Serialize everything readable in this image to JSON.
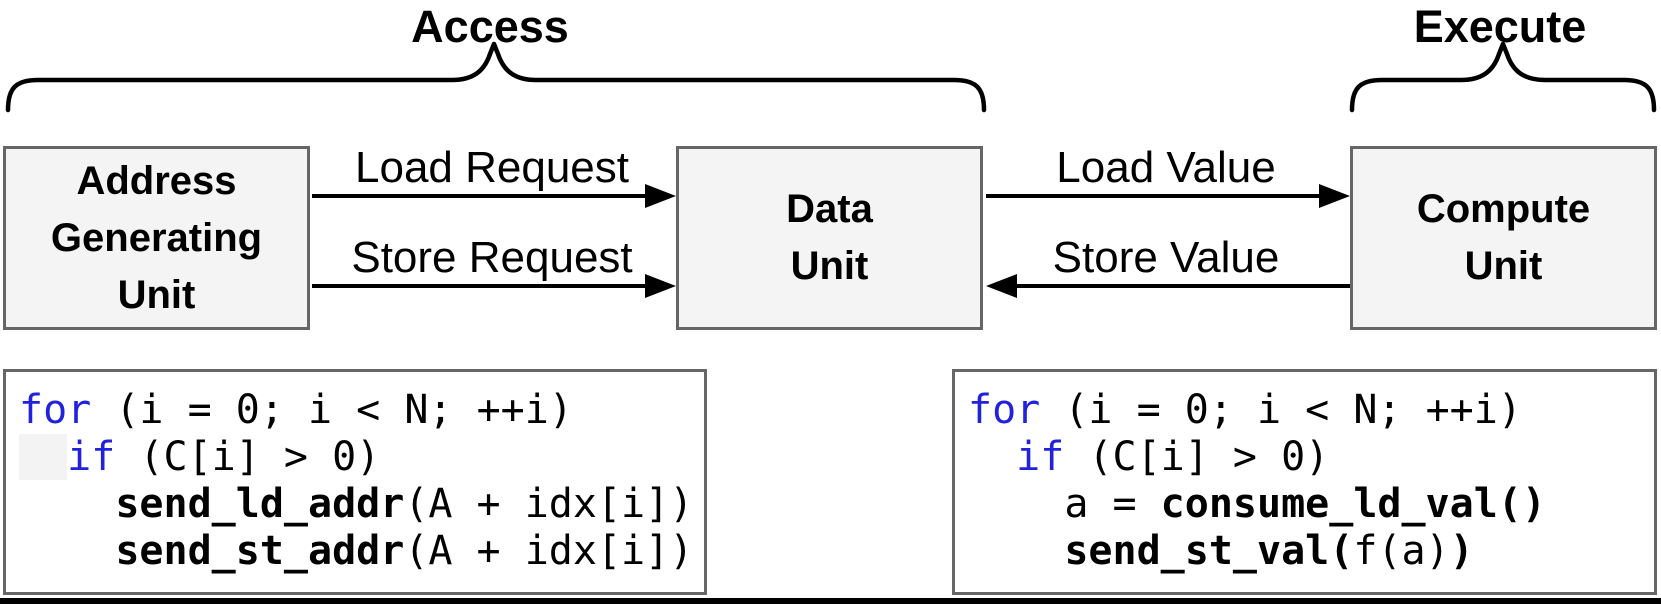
{
  "groups": {
    "access": {
      "label": "Access"
    },
    "execute": {
      "label": "Execute"
    }
  },
  "units": {
    "agu": {
      "lines": [
        "Address",
        "Generating",
        "Unit"
      ]
    },
    "data": {
      "lines": [
        "Data",
        "Unit"
      ]
    },
    "compute": {
      "lines": [
        "Compute",
        "Unit"
      ]
    }
  },
  "arrows": {
    "load_request": {
      "label": "Load Request",
      "direction": "agu-to-data"
    },
    "store_request": {
      "label": "Store Request",
      "direction": "agu-to-data"
    },
    "load_value": {
      "label": "Load Value",
      "direction": "data-to-compute"
    },
    "store_value": {
      "label": "Store Value",
      "direction": "compute-to-data"
    }
  },
  "code_boxes": {
    "access": {
      "lines": [
        [
          {
            "t": "for",
            "s": "kw"
          },
          {
            "t": " (i = 0; i < N; ++i)"
          }
        ],
        [
          {
            "t": "  ",
            "s": "hl"
          },
          {
            "t": "if",
            "s": "kw"
          },
          {
            "t": " (C[i] > 0)"
          }
        ],
        [
          {
            "t": "    "
          },
          {
            "t": "send_ld_addr",
            "s": "b"
          },
          {
            "t": "(A + idx[i])"
          }
        ],
        [
          {
            "t": "    "
          },
          {
            "t": "send_st_addr",
            "s": "b"
          },
          {
            "t": "(A + idx[i])"
          }
        ]
      ]
    },
    "execute": {
      "lines": [
        [
          {
            "t": "for",
            "s": "kw"
          },
          {
            "t": " (i = 0; i < N; ++i)"
          }
        ],
        [
          {
            "t": "  "
          },
          {
            "t": "if",
            "s": "kw"
          },
          {
            "t": " (C[i] > 0)"
          }
        ],
        [
          {
            "t": "    a = "
          },
          {
            "t": "consume_ld_val()",
            "s": "b"
          }
        ],
        [
          {
            "t": "    "
          },
          {
            "t": "send_st_val(",
            "s": "b"
          },
          {
            "t": "f(a)"
          },
          {
            "t": ")",
            "s": "b"
          }
        ]
      ]
    }
  },
  "colors": {
    "keyword": "#2222dd",
    "box_fill": "#f4f4f4",
    "box_border": "#666666",
    "line": "#000000",
    "indent_highlight": "#f3f3f3"
  }
}
